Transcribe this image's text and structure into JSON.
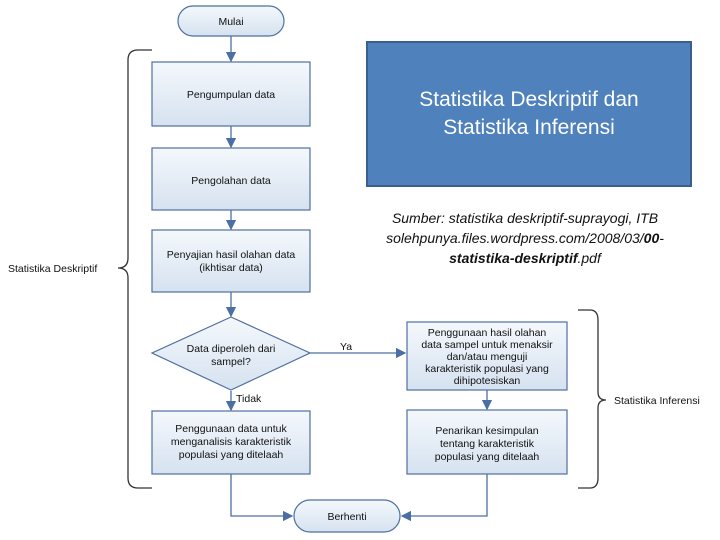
{
  "flowchart": {
    "start": "Mulai",
    "step_collect": "Pengumpulan data",
    "step_process": "Pengolahan data",
    "step_present": [
      "Penyajian hasil olahan data",
      "(ikhtisar data)"
    ],
    "decision": [
      "Data diperoleh dari",
      "sampel?"
    ],
    "yes_label": "Ya",
    "no_label": "Tidak",
    "step_describe": [
      "Penggunaan data untuk",
      "menganalisis karakteristik",
      "populasi yang ditelaah"
    ],
    "step_infer_use": [
      "Penggunaan hasil olahan",
      "data sampel untuk menaksir",
      "dan/atau menguji",
      "karakteristik populasi yang",
      "dihipotesiskan"
    ],
    "step_conclude": [
      "Penarikan kesimpulan",
      "tentang karakteristik",
      "populasi yang ditelaah"
    ],
    "end": "Berhenti",
    "bracket_descriptive": "Statistika Deskriptif",
    "bracket_inferential": "Statistika Inferensi"
  },
  "title_box": {
    "line1": "Statistika Deskriptif dan",
    "line2": "Statistika Inferensi"
  },
  "source": {
    "line1": "Sumber: statistika deskriptif-suprayogi, ITB",
    "line2_prefix": "solehpunya.files.wordpress.com/2008/03/",
    "line2_bold": "00",
    "line2_suffix": "-",
    "line3_bold": "statistika-deskriptif",
    "line3_suffix": ".pdf"
  },
  "colors": {
    "box_fill": "#dbe5f1",
    "box_stroke": "#4f6f9f",
    "arrow": "#4a6fa5",
    "title_fill": "#4f81bd"
  }
}
